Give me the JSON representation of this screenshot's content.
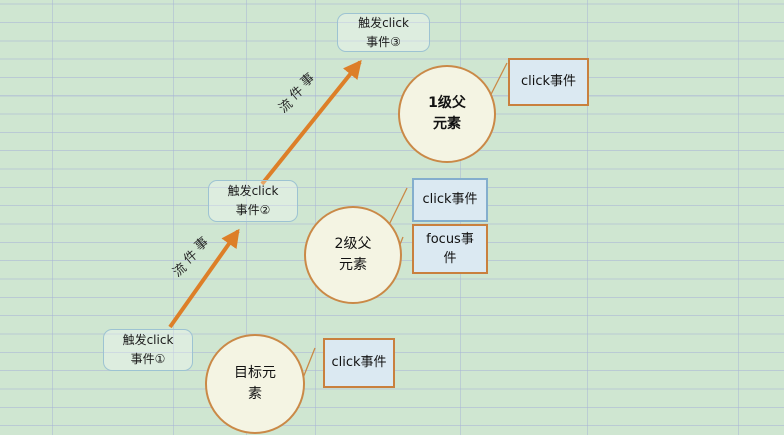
{
  "colors": {
    "canvas_bg": "#cfe6d1",
    "grid_line": "#a8b4d6",
    "arrow_orange": "#dd7f28",
    "callout_orange": "#ca8947",
    "circle_fill": "#f4f4e3",
    "circle_border": "#ca8947",
    "event_box_fill": "#dbe9f2",
    "event_box_border_orange": "#c9803e",
    "event_box_border_blue": "#84aecd",
    "trigger_box_border": "#9dc3d2"
  },
  "trigger_boxes": {
    "box3": {
      "text": "触发click\n事件③"
    },
    "box2": {
      "text": "触发click\n事件②"
    },
    "box1": {
      "text": "触发click\n事件①"
    }
  },
  "element_circles": {
    "parent1": {
      "text": "1级父\n元素"
    },
    "parent2": {
      "text": "2级父\n元素"
    },
    "target": {
      "text": "目标元\n素"
    }
  },
  "event_boxes": {
    "parent1_click": {
      "text": "click事件"
    },
    "parent2_click": {
      "text": "click事件"
    },
    "parent2_focus": {
      "text": "focus事\n件"
    },
    "target_click": {
      "text": "click事件"
    }
  },
  "flow_labels": {
    "upper": {
      "text": "事件流"
    },
    "lower": {
      "text": "事件流"
    }
  }
}
